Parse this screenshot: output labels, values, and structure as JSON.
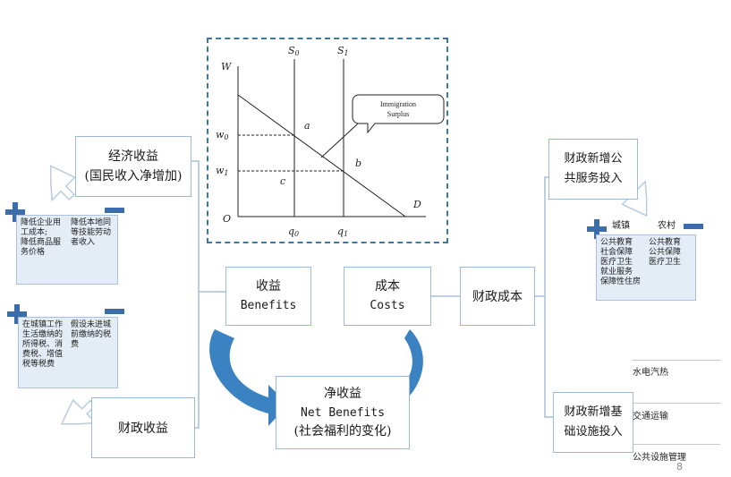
{
  "graph": {
    "w": "W",
    "s0": "S",
    "s0sub": "0",
    "s1": "S",
    "s1sub": "1",
    "w0": "w",
    "w0sub": "0",
    "w1": "w",
    "w1sub": "1",
    "a": "a",
    "b": "b",
    "c": "c",
    "d": "D",
    "o": "O",
    "q0": "q",
    "q0sub": "0",
    "q1": "q",
    "q1sub": "1",
    "callout1": "Immigration",
    "callout2": "Surplus"
  },
  "econ": {
    "line1": "经济收益",
    "line2": "(国民收入净增加)"
  },
  "benefits": {
    "cn": "收益",
    "en": "Benefits"
  },
  "costs": {
    "cn": "成本",
    "en": "Costs"
  },
  "fiscal_cost": "财政成本",
  "fiscal_rev": "财政收益",
  "net": {
    "cn": "净收益",
    "en": "Net Benefits",
    "sub": "(社会福利的变化)"
  },
  "public_service": {
    "line1": "财政新增公",
    "line2": "共服务投入"
  },
  "infra": {
    "line1": "财政新增基",
    "line2": "础设施投入"
  },
  "note1": {
    "left": "降低企业用\n工成本;\n降低商品服\n务价格",
    "right": "降低本地同\n等技能劳动\n者收入"
  },
  "note2": {
    "left": "在城镇工作\n生活缴纳的\n所得税、消\n费税、增值\n税等税费",
    "right": "假设未进城\n前缴纳的税\n费"
  },
  "note3": {
    "h_urban": "城镇",
    "h_rural": "农村",
    "left": "公共教育\n社会保障\n医疗卫生\n就业服务\n保障性住房",
    "right": "公共教育\n公共保障\n医疗卫生"
  },
  "infra_items": [
    "水电汽热",
    "交通运输",
    "公共设施管理"
  ],
  "page_number": "8"
}
